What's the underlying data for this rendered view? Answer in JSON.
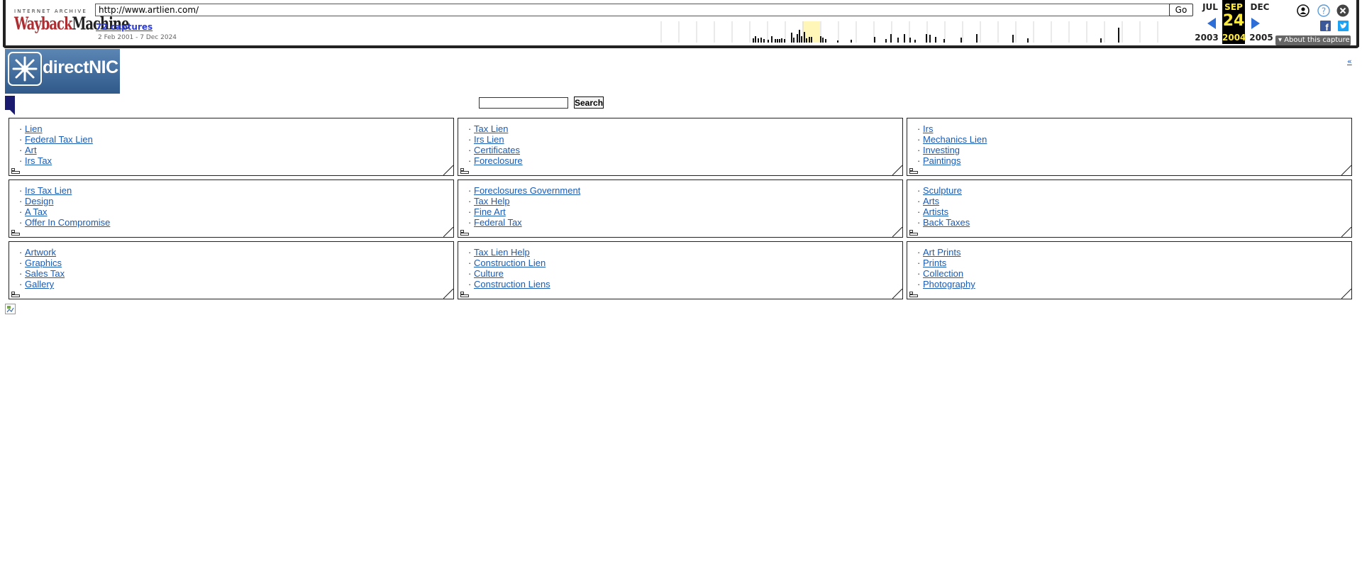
{
  "toolbar": {
    "org_text": "INTERNET ARCHIVE",
    "logo_part1": "Wayback",
    "logo_part2": "Machine",
    "url_value": "http://www.artlien.com/",
    "go_label": "Go",
    "captures_label": "72 captures",
    "capture_range": "2 Feb 2001 - 7 Dec 2024",
    "prev_month": "JUL",
    "current_month": "SEP",
    "next_month": "DEC",
    "current_day": "24",
    "prev_year": "2003",
    "current_year": "2004",
    "next_year": "2005",
    "about_label": "About this capture",
    "icons": [
      "user-icon",
      "help-icon",
      "close-icon",
      "facebook-icon",
      "twitter-icon"
    ],
    "accent_color": "#2d6fd6",
    "highlight_color": "#ffeb3b"
  },
  "page": {
    "logo_text": "directNIC",
    "corner_link": "«",
    "search_button": "Search",
    "bullet": "·",
    "link_color": "#1a5bb5",
    "boxes": [
      {
        "links": [
          "Lien",
          "Federal Tax Lien",
          "Art",
          "Irs Tax"
        ]
      },
      {
        "links": [
          "Tax Lien",
          "Irs Lien",
          "Certificates",
          "Foreclosure"
        ]
      },
      {
        "links": [
          "Irs",
          "Mechanics Lien",
          "Investing",
          "Paintings"
        ]
      },
      {
        "links": [
          "Irs Tax Lien",
          "Design",
          "A Tax",
          "Offer In Compromise"
        ]
      },
      {
        "links": [
          "Foreclosures Government",
          "Tax Help",
          "Fine Art",
          "Federal Tax"
        ]
      },
      {
        "links": [
          "Sculpture",
          "Arts",
          "Artists",
          "Back Taxes"
        ]
      },
      {
        "links": [
          "Artwork",
          "Graphics",
          "Sales Tax",
          "Gallery"
        ]
      },
      {
        "links": [
          "Tax Lien Help",
          "Construction Lien",
          "Culture",
          "Construction Liens"
        ]
      },
      {
        "links": [
          "Art Prints",
          "Prints",
          "Collection",
          "Photography"
        ]
      }
    ]
  }
}
